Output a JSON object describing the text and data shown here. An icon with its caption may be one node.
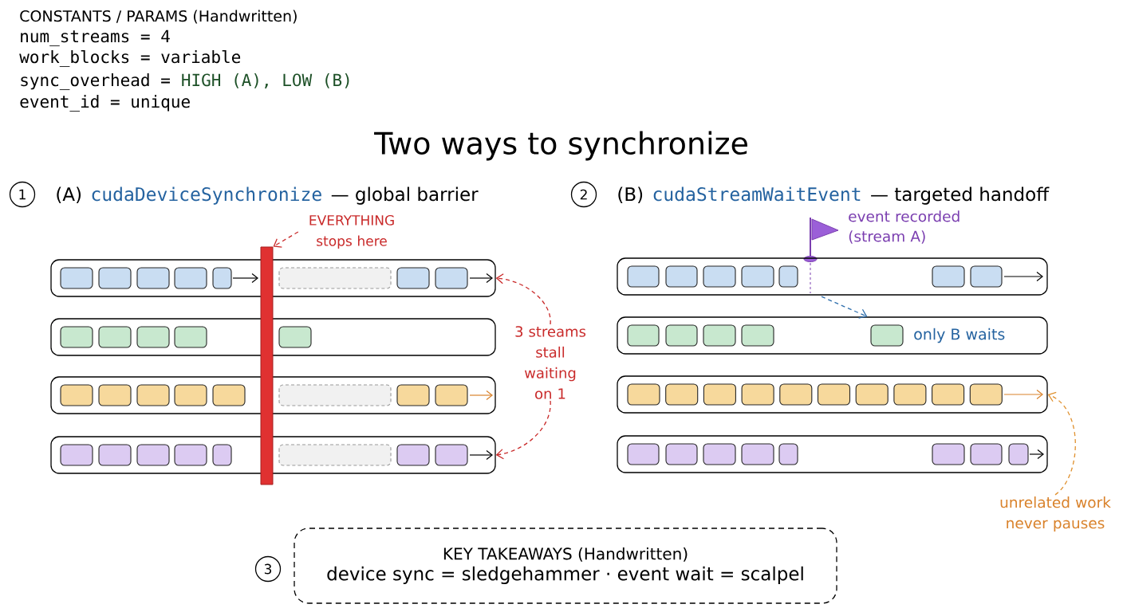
{
  "diagram": {
    "title": "Two ways to synchronize",
    "nodes": [
      {
        "text": [
          "1"
        ],
        "beside": [
          "(A)",
          "cudaDeviceSynchronize",
          "— global barrier"
        ]
      },
      {
        "text": [
          "EVERYTHING stops here"
        ]
      },
      {
        "text": [],
        "shape": "bar"
      },
      {
        "text": [],
        "shape": "box"
      },
      {
        "text": [],
        "shape": "box"
      },
      {
        "text": [],
        "shape": "box"
      },
      {
        "text": [],
        "shape": "box"
      },
      {
        "text": [
          "3 streams stall waiting on 1"
        ]
      },
      {
        "text": [
          "2"
        ],
        "beside": [
          "(B)",
          "cudaStreamWaitEvent",
          "— targeted handoff"
        ]
      },
      {
        "text": [],
        "shape": "flag",
        "beside": [
          "event recorded (stream A)"
        ]
      },
      {
        "text": [],
        "shape": "box"
      },
      {
        "text": [
          "only B waits"
        ]
      },
      {
        "text": [],
        "shape": "box"
      },
      {
        "text": [],
        "shape": "box"
      },
      {
        "text": [
          "unrelated work never pauses"
        ]
      },
      {
        "text": [
          "3"
        ]
      },
      {
        "text": [
          "KEY TAKEAWAYS (Handwritten)",
          "device sync = sledgehammer · event wait = scalpel"
        ]
      }
    ],
    "edges": [
      {
        "from": 1,
        "to": 2,
        "arrow": "to",
        "style": "dashed",
        "color": "#c92a2a"
      },
      {
        "from": 7,
        "to": 3,
        "arrow": "to",
        "style": "dashed",
        "color": "#c92a2a"
      },
      {
        "from": 7,
        "to": 6,
        "arrow": "to",
        "style": "dashed",
        "color": "#c92a2a"
      },
      {
        "from": 9,
        "to": 11,
        "arrow": "to",
        "style": "dashed",
        "color": "#2f6fad"
      },
      {
        "from": 14,
        "to": 12,
        "arrow": "to",
        "style": "dashed",
        "color": "#e0912f"
      }
    ],
    "labels": [
      "CONSTANTS / PARAMS (Handwritten)",
      "num_streams = 4",
      "work_blocks = variable",
      "sync_overhead =",
      "HIGH (A), LOW (B)",
      "event_id = unique"
    ]
  }
}
